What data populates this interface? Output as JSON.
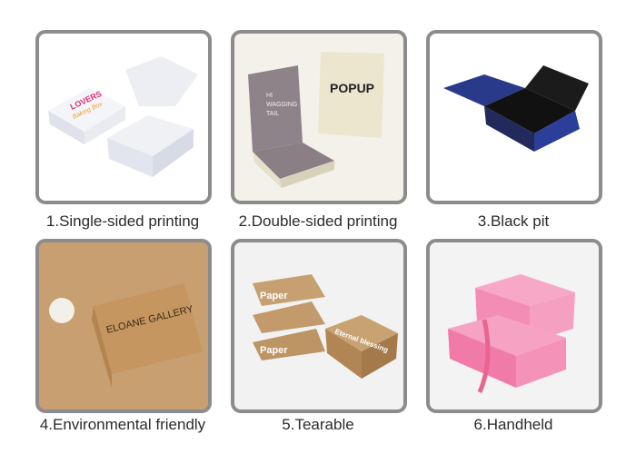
{
  "items": [
    {
      "label": "1.Single-sided printing",
      "art_text": [
        "LOVERS",
        "Baking Box"
      ]
    },
    {
      "label": "2.Double-sided printing",
      "art_text": [
        "HI",
        "WAGGING",
        "TAIL",
        "POPUP"
      ]
    },
    {
      "label": "3.Black pit"
    },
    {
      "label": "4.Environmental friendly",
      "art_text": [
        "ELOANE GALLERY"
      ]
    },
    {
      "label": "5.Tearable",
      "art_text": [
        "Paper",
        "Eternal blessing"
      ]
    },
    {
      "label": "6.Handheld"
    }
  ],
  "colors": {
    "border": "#8c8c8c",
    "text": "#2b2b2b"
  }
}
